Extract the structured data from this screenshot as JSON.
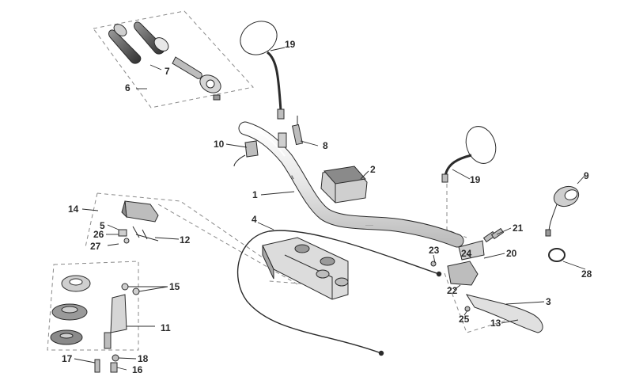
{
  "callouts": {
    "c1": "1",
    "c2": "2",
    "c3": "3",
    "c4": "4",
    "c5": "5",
    "c6": "6",
    "c7": "7",
    "c8": "8",
    "c9": "9",
    "c10": "10",
    "c11": "11",
    "c12": "12",
    "c13": "13",
    "c14": "14",
    "c15": "15",
    "c16": "16",
    "c17": "17",
    "c18": "18",
    "c19a": "19",
    "c19b": "19",
    "c20": "20",
    "c21": "21",
    "c22": "22",
    "c23": "23",
    "c24": "24",
    "c25": "25",
    "c26": "26",
    "c27": "27",
    "c28": "28"
  },
  "colors": {
    "line": "#2b2b2b",
    "part_fill": "#d9d9d9",
    "part_dark": "#555555",
    "dash": "#8a8a8a"
  }
}
